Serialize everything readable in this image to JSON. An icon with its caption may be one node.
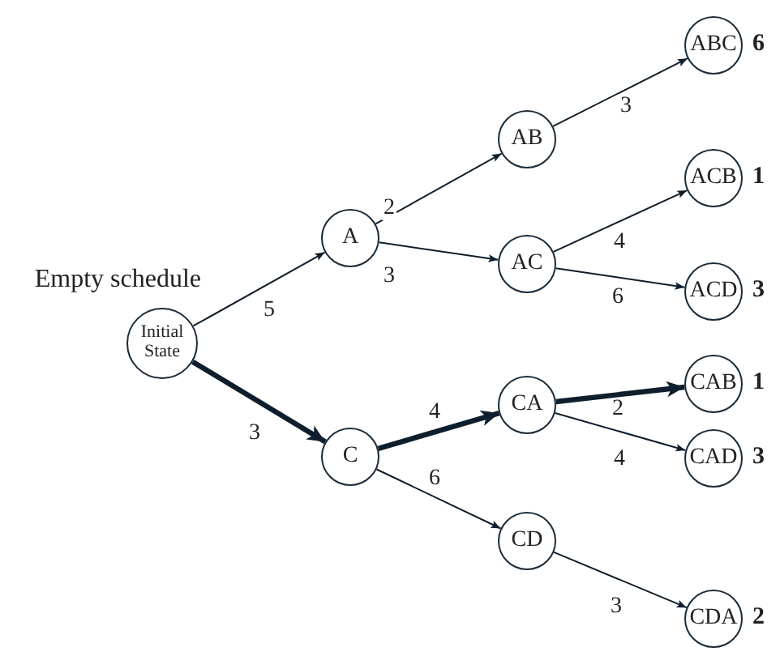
{
  "diagram": {
    "nodes": [
      {
        "text": [
          "Initial State"
        ],
        "beside": [
          "Empty schedule"
        ]
      },
      {
        "text": [
          "A"
        ]
      },
      {
        "text": [
          "C"
        ]
      },
      {
        "text": [
          "AB"
        ]
      },
      {
        "text": [
          "AC"
        ]
      },
      {
        "text": [
          "CA"
        ]
      },
      {
        "text": [
          "CD"
        ]
      },
      {
        "text": [
          "ABC"
        ],
        "beside": [
          "6"
        ]
      },
      {
        "text": [
          "ACB"
        ],
        "beside": [
          "1"
        ]
      },
      {
        "text": [
          "ACD"
        ],
        "beside": [
          "3"
        ]
      },
      {
        "text": [
          "CAB"
        ],
        "beside": [
          "1"
        ]
      },
      {
        "text": [
          "CAD"
        ],
        "beside": [
          "3"
        ]
      },
      {
        "text": [
          "CDA"
        ],
        "beside": [
          "2"
        ]
      }
    ],
    "edges": [
      {
        "from": 0,
        "to": 1,
        "arrow": "to",
        "label": "5"
      },
      {
        "from": 0,
        "to": 2,
        "arrow": "to",
        "label": "3",
        "style": "thick"
      },
      {
        "from": 1,
        "to": 3,
        "arrow": "to",
        "label": "2"
      },
      {
        "from": 1,
        "to": 4,
        "arrow": "to",
        "label": "3"
      },
      {
        "from": 2,
        "to": 5,
        "arrow": "to",
        "label": "4",
        "style": "thick"
      },
      {
        "from": 2,
        "to": 6,
        "arrow": "to",
        "label": "6"
      },
      {
        "from": 3,
        "to": 7,
        "arrow": "to",
        "label": "3"
      },
      {
        "from": 4,
        "to": 8,
        "arrow": "to",
        "label": "4"
      },
      {
        "from": 4,
        "to": 9,
        "arrow": "to",
        "label": "6"
      },
      {
        "from": 5,
        "to": 10,
        "arrow": "to",
        "label": "2",
        "style": "thick"
      },
      {
        "from": 5,
        "to": 11,
        "arrow": "to",
        "label": "4"
      },
      {
        "from": 6,
        "to": 12,
        "arrow": "to",
        "label": "3"
      }
    ]
  }
}
